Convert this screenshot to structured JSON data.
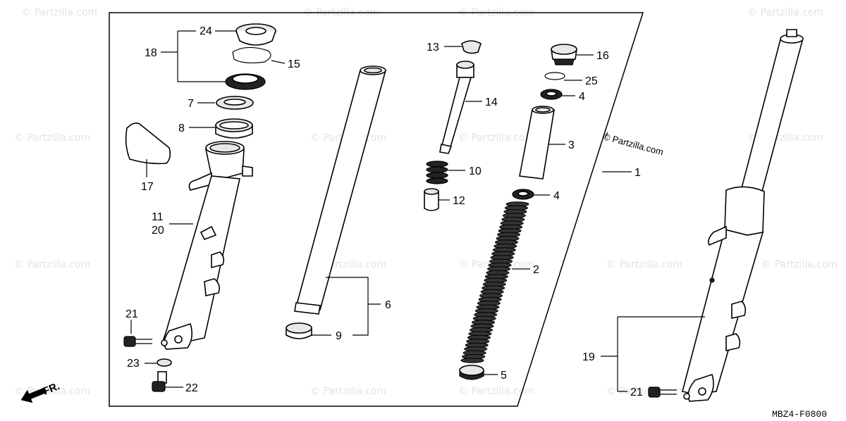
{
  "watermark": "© Partzilla.com",
  "copyright_label": "© Partzilla.com",
  "diagram_code": "MBZ4-F0800",
  "front_indicator": "FR.",
  "callouts": {
    "c1": "1",
    "c2": "2",
    "c3": "3",
    "c4a": "4",
    "c4b": "4",
    "c5": "5",
    "c6": "6",
    "c7": "7",
    "c8": "8",
    "c9": "9",
    "c10": "10",
    "c11": "11",
    "c12": "12",
    "c13": "13",
    "c14": "14",
    "c15": "15",
    "c16": "16",
    "c17": "17",
    "c18": "18",
    "c19": "19",
    "c20": "20",
    "c21a": "21",
    "c21b": "21",
    "c22": "22",
    "c23": "23",
    "c24": "24",
    "c25": "25"
  },
  "colors": {
    "line": "#000000",
    "watermark": "#e3e3e3",
    "background": "#ffffff"
  }
}
